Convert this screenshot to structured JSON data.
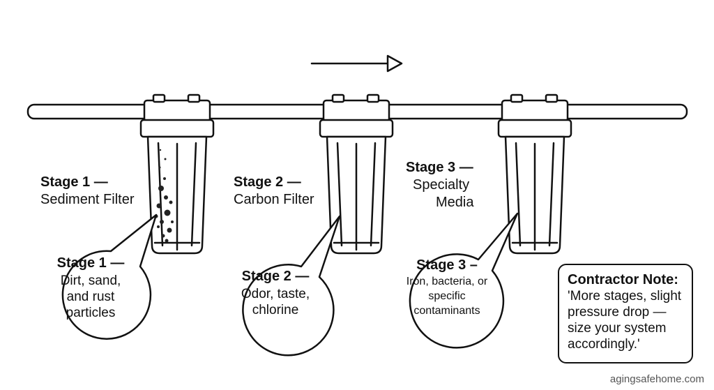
{
  "flow_direction": "left-to-right",
  "stages": [
    {
      "label_title": "Stage 1 —",
      "label_name": "Sediment Filter",
      "bubble_title": "Stage 1 —",
      "bubble_lines": [
        "Dirt, sand,",
        "and rust",
        "particles"
      ]
    },
    {
      "label_title": "Stage 2 —",
      "label_name": "Carbon Filter",
      "bubble_title": "Stage 2 —",
      "bubble_lines": [
        "Odor, taste,",
        "chlorine"
      ]
    },
    {
      "label_title": "Stage 3 —",
      "label_name_lines": [
        "Specialty",
        "Media"
      ],
      "bubble_title": "Stage 3 –",
      "bubble_lines": [
        "Iron, bacteria, or",
        "specific",
        "contaminants"
      ]
    }
  ],
  "note": {
    "title": "Contractor Note:",
    "lines": [
      "'More stages, slight",
      "pressure drop —",
      "size your system",
      "accordingly.'"
    ]
  },
  "watermark": "agingsafehome.com",
  "colors": {
    "line": "#111111",
    "background": "#ffffff",
    "sediment": "#222222"
  }
}
